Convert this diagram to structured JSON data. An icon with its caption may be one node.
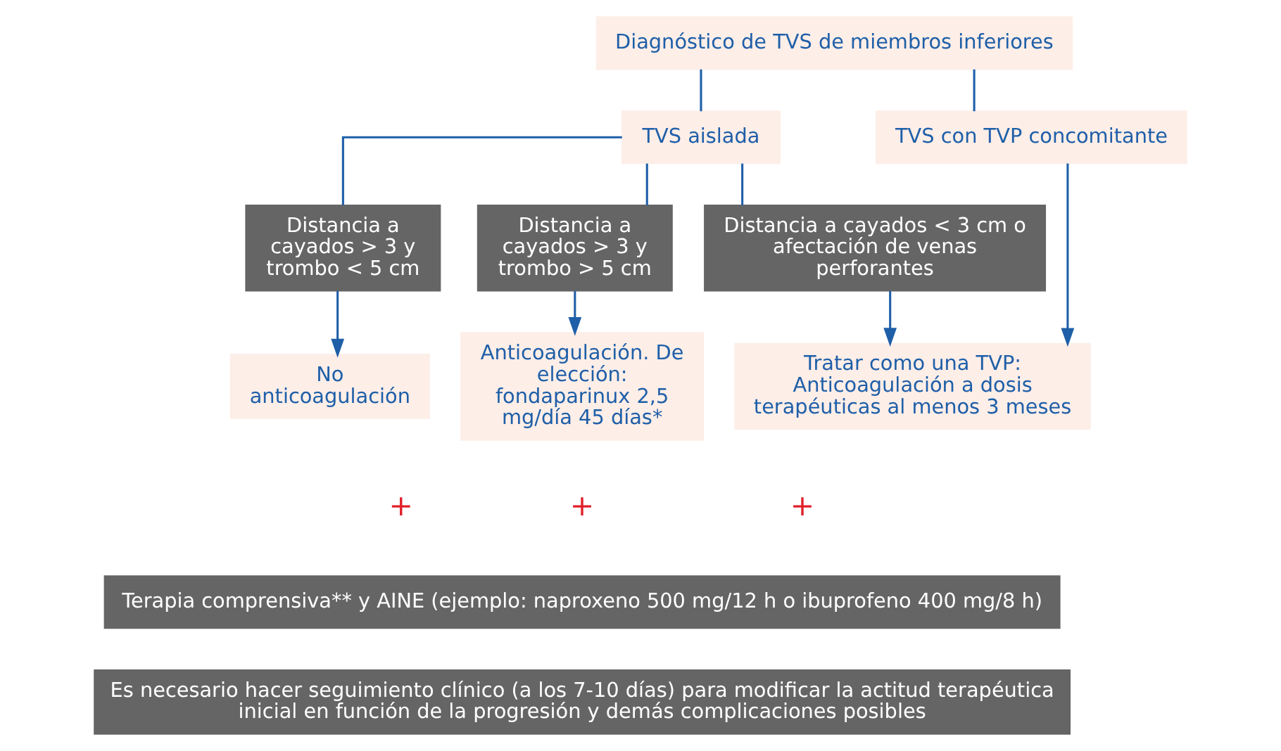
{
  "diagram": {
    "nodes": [
      {
        "text": [
          "Diagnóstico de TVS de miembros inferiores"
        ]
      },
      {
        "text": [
          "TVS aislada"
        ]
      },
      {
        "text": [
          "TVS con TVP concomitante"
        ]
      },
      {
        "text": [
          "Distancia a cayados > 3 y trombo < 5 cm"
        ]
      },
      {
        "text": [
          "Distancia a cayados > 3 y trombo > 5 cm"
        ]
      },
      {
        "text": [
          "Distancia a cayados < 3 cm o afectación de venas perforantes"
        ]
      },
      {
        "text": [
          "No anticoagulación"
        ]
      },
      {
        "text": [
          "Anticoagulación. De elección: fondaparinux 2,5 mg/día 45 días*"
        ]
      },
      {
        "text": [
          "Tratar como una TVP: Anticoagulación a dosis terapéuticas al menos 3 meses"
        ]
      },
      {
        "text": [
          "Terapia comprensiva** y AINE (ejemplo: naproxeno 500 mg/12 h o ibuprofeno 400 mg/8 h)"
        ]
      },
      {
        "text": [
          "Es necesario hacer seguimiento clínico (a los 7-10 días) para modificar la actitud terapéutica inicial en función de la progresión y demás complicaciones posibles"
        ]
      }
    ],
    "edges": [
      {
        "from": 0,
        "to": 1,
        "arrow": "none"
      },
      {
        "from": 0,
        "to": 2,
        "arrow": "none"
      },
      {
        "from": 1,
        "to": 3,
        "arrow": "none"
      },
      {
        "from": 1,
        "to": 4,
        "arrow": "none"
      },
      {
        "from": 1,
        "to": 5,
        "arrow": "none"
      },
      {
        "from": 3,
        "to": 6,
        "arrow": "to"
      },
      {
        "from": 4,
        "to": 7,
        "arrow": "to"
      },
      {
        "from": 5,
        "to": 8,
        "arrow": "to"
      },
      {
        "from": 2,
        "to": 8,
        "arrow": "to"
      }
    ],
    "labels": [
      "+",
      "+",
      "+"
    ]
  }
}
